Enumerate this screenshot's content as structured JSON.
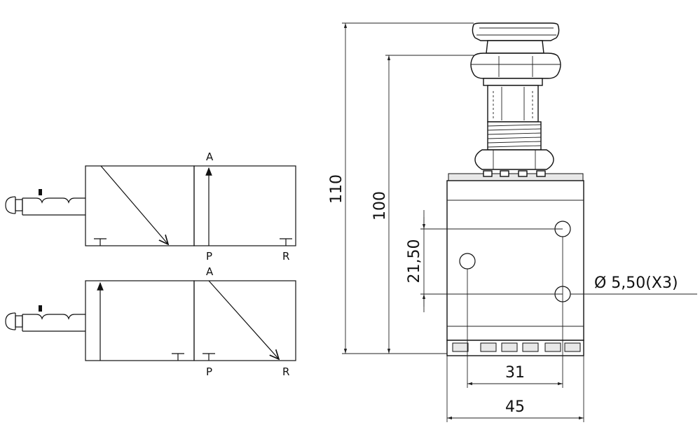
{
  "symbol_upper": {
    "port_top": "A",
    "port_bottom_1": "P",
    "port_bottom_2": "R"
  },
  "symbol_lower": {
    "port_top": "A",
    "port_bottom_1": "P",
    "port_bottom_2": "R"
  },
  "dimensions": {
    "overall_height": "110",
    "to_button_height": "100",
    "hole_pitch_vertical": "21,50",
    "hole_diameter": "Ø 5,50(X3)",
    "hole_pitch_horizontal": "31",
    "body_width": "45"
  }
}
